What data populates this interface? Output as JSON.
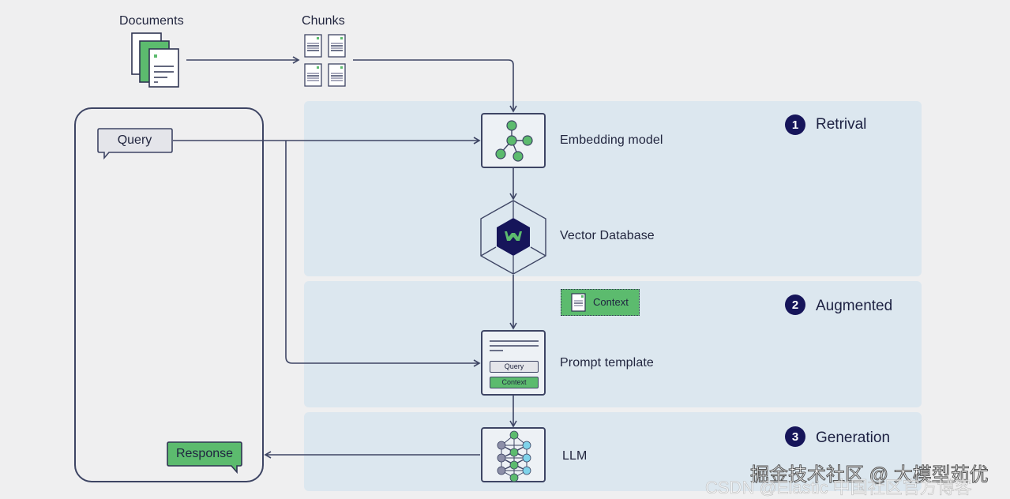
{
  "diagram": {
    "title": "RAG pipeline",
    "inputs": {
      "documents_label": "Documents",
      "chunks_label": "Chunks"
    },
    "user_panel": {
      "query_bubble": "Query",
      "response_bubble": "Response"
    },
    "nodes": [
      {
        "id": "embedding",
        "label": "Embedding model",
        "icon": "graph-network-icon"
      },
      {
        "id": "vector_db",
        "label": "Vector Database",
        "icon": "weaviate-logo-icon"
      },
      {
        "id": "prompt",
        "label": "Prompt template",
        "icon": "prompt-template-icon"
      },
      {
        "id": "llm",
        "label": "LLM",
        "icon": "neural-network-icon"
      }
    ],
    "context_chip": "Context",
    "prompt_template_fields": {
      "query": "Query",
      "context": "Context"
    },
    "steps": [
      {
        "number": "1",
        "label": "Retrival"
      },
      {
        "number": "2",
        "label": "Augmented"
      },
      {
        "number": "3",
        "label": "Generation"
      }
    ],
    "colors": {
      "background": "#efeff0",
      "band": "#dce7ef",
      "stroke": "#3e4564",
      "green": "#5cbb6e",
      "badge": "#16155a",
      "cyan": "#7fd3ea",
      "gray_node": "#8d8fa8"
    }
  },
  "watermark": {
    "line1": "掘金技术社区 @ 大模型茹优",
    "line2": "CSDN @Elastic 中国社区官方博客"
  }
}
